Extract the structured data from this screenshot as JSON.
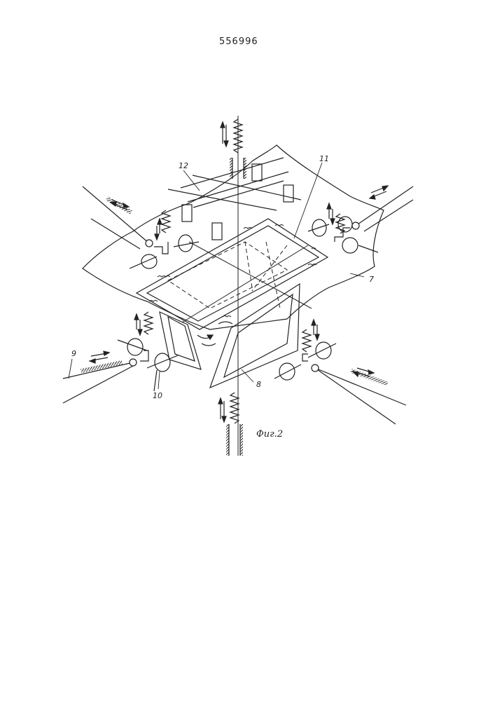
{
  "document": {
    "patent_number": "556996",
    "figure_caption": "Фиг.2"
  },
  "labels": {
    "part_7": "7",
    "part_8": "8",
    "part_9": "9",
    "part_10": "10",
    "part_11": "11",
    "part_12": "12"
  },
  "colors": {
    "ink": "#222222",
    "paper": "#ffffff"
  }
}
